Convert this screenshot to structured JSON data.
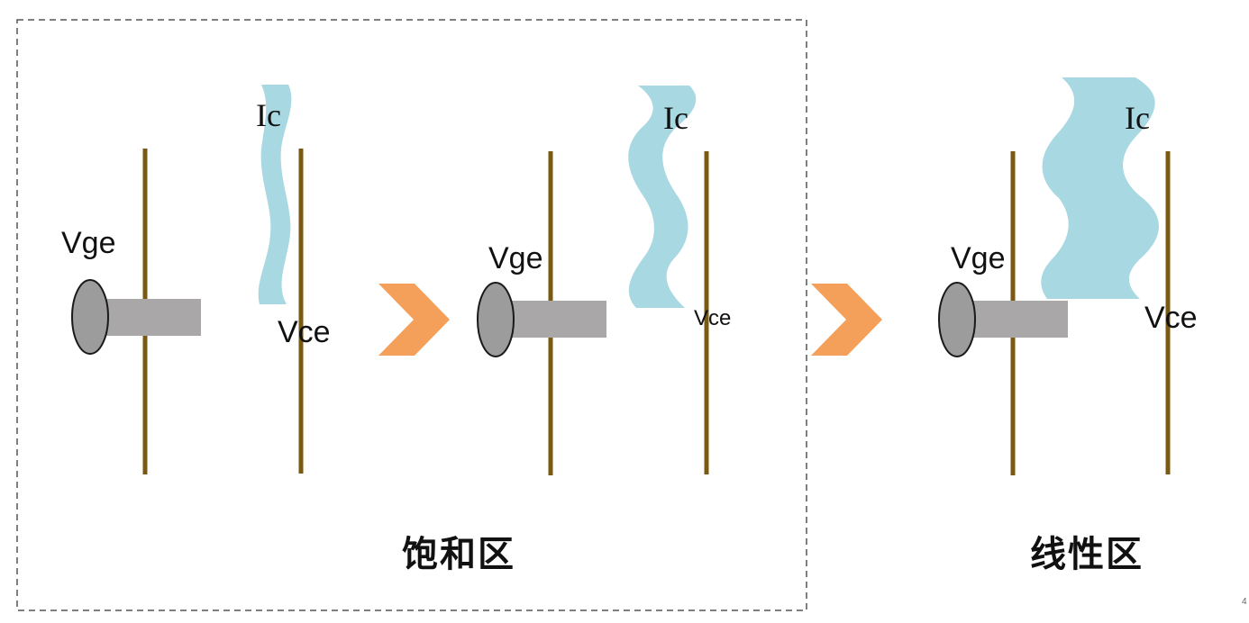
{
  "regions": {
    "saturation": {
      "label": "饱和区"
    },
    "linear": {
      "label": "线性区"
    }
  },
  "stages": [
    {
      "ic_label": "Ic",
      "vge_label": "Vge",
      "vce_label": "Vce"
    },
    {
      "ic_label": "Ic",
      "vge_label": "Vge",
      "vce_label": "Vce"
    },
    {
      "ic_label": "Ic",
      "vge_label": "Vge",
      "vce_label": "Vce"
    }
  ],
  "corner_mark": "4",
  "colors": {
    "pole": "#7a5a12",
    "current_flow": "#a8d8e2",
    "knob": "#9c9c9c",
    "knob_outline": "#1a1a1a",
    "rod": "#a9a7a8",
    "arrow": "#f4a05a",
    "frame": "#555555",
    "text": "#111111"
  }
}
